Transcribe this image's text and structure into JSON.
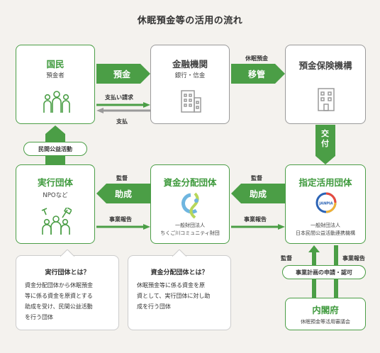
{
  "title": "休眠預金等の活用の流れ",
  "nodes": {
    "kokumin": {
      "name": "国民",
      "sub": "預金者"
    },
    "kinyu": {
      "name": "金融機関",
      "sub": "銀行・信金"
    },
    "hoken": {
      "name": "預金保険機構"
    },
    "shitei": {
      "name": "指定活用団体",
      "org1": "一般財団法人",
      "org2": "日本民間公益活動連携機構",
      "logo_text": "JANPIA"
    },
    "shikin": {
      "name": "資金分配団体",
      "org1": "一般財団法人",
      "org2": "ちくご川コミュニティ財団"
    },
    "jikko": {
      "name": "実行団体",
      "sub": "NPOなど"
    },
    "naikaku": {
      "name": "内閣府",
      "sub": "休眠預金等活用審議会"
    }
  },
  "flows": {
    "yokin": "預金",
    "shiharai_seikyu": "支払い請求",
    "shiharai": "支払",
    "kyumin_yokin": "休眠預金",
    "ikan": "移管",
    "kofu": "交付",
    "kantoku1": "監督",
    "josei1": "助成",
    "jigyo_hokoku1": "事業報告",
    "kantoku2": "監督",
    "josei2": "助成",
    "jigyo_hokoku2": "事業報告",
    "minkan_koeki": "民間公益活動",
    "kantoku3": "監督",
    "jigyo_hokoku3": "事業報告",
    "shinsei": "事業計画の申請・認可"
  },
  "notes": {
    "jikko": {
      "title": "実行団体とは？",
      "lines": [
        "資金分配団体から休眠預金",
        "等に係る資金を原資とする",
        "助成を受け、民間公益活動",
        "を行う団体"
      ]
    },
    "shikin": {
      "title": "資金分配団体とは？",
      "lines": [
        "休眠預金等に係る資金を原",
        "資として、実行団体に対し助",
        "成を行う団体"
      ]
    }
  },
  "colors": {
    "green": "#4b9e46",
    "gray": "#9a9a9a",
    "background": "#f4f2ee"
  }
}
